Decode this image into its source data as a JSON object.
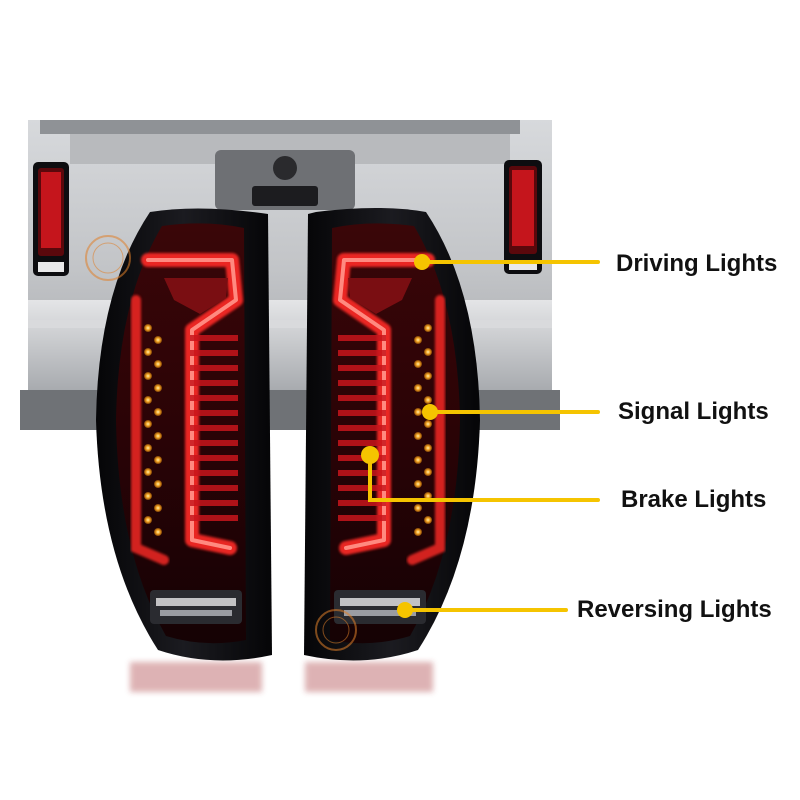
{
  "callouts": {
    "driving": "Driving Lights",
    "signal": "Signal Lights",
    "brake": "Brake Lights",
    "reversing": "Reversing Lights"
  },
  "colors": {
    "callout_line": "#f5c400",
    "led_red": "#e0141a",
    "led_amber": "#f0a020",
    "housing": "#0d0d10",
    "truck_silver": "#c4c6c9"
  }
}
